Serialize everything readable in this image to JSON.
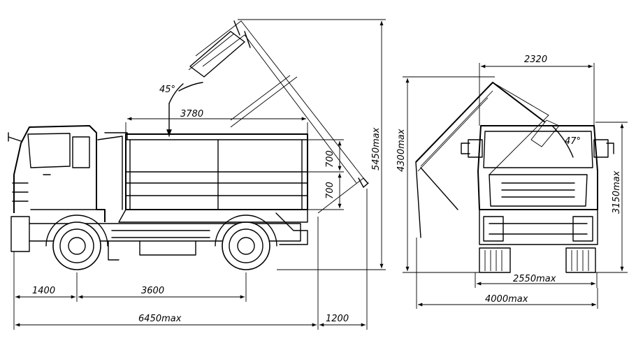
{
  "dimensions": {
    "wheelbase_front_overhang": "1400",
    "wheelbase": "3600",
    "overall_length": "6450max",
    "rear_tip_overhang": "1200",
    "body_length": "3780",
    "tip_angle_side": "45°",
    "side_board_upper": "700",
    "side_board_lower": "700",
    "max_height_tipped": "5450max",
    "side_tip_top_width": "2320",
    "side_tip_height": "4300max",
    "side_tip_angle": "47°",
    "cab_height": "3150max",
    "track_width": "2550max",
    "side_tip_overall_width": "4000max"
  }
}
